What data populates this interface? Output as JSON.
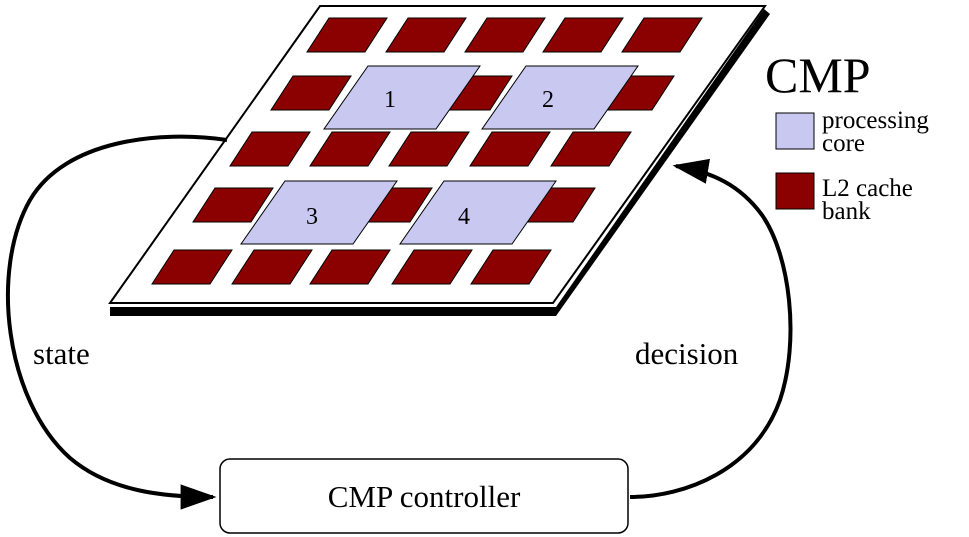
{
  "title": "CMP",
  "legend": {
    "items": [
      {
        "label_lines": [
          "processing",
          "core"
        ],
        "color": "#c8c8f0"
      },
      {
        "label_lines": [
          "L2 cache",
          "bank"
        ],
        "color": "#8b0000"
      }
    ]
  },
  "cores": [
    "1",
    "2",
    "3",
    "4"
  ],
  "controller_label": "CMP controller",
  "arrow_labels": {
    "left": "state",
    "right": "decision"
  },
  "colors": {
    "core_fill": "#c8c8f0",
    "cache_fill": "#8b0000",
    "chip_fill": "#ffffff",
    "chip_edge": "#000000"
  }
}
